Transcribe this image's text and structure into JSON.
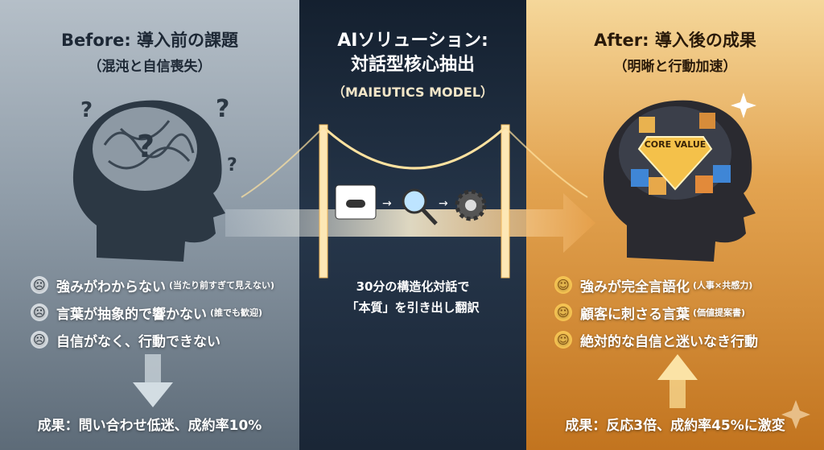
{
  "before": {
    "title": "Before: 導入前の課題",
    "subtitle": "（混沌と自信喪失）",
    "items": [
      {
        "text": "強みがわからない",
        "note": "(当たり前すぎて見えない)"
      },
      {
        "text": "言葉が抽象的で響かない",
        "note": "(誰でも歓迎)"
      },
      {
        "text": "自信がなく、行動できない",
        "note": ""
      }
    ],
    "result": "成果：問い合わせ低迷、成約率10%"
  },
  "solution": {
    "title_line1": "AIソリューション:",
    "title_line2": "対話型核心抽出",
    "subtitle": "（MAIEUTICS MODEL）",
    "desc_line1": "30分の構造化対話で",
    "desc_line2": "「本質」を引き出し翻訳"
  },
  "after": {
    "title": "After: 導入後の成果",
    "subtitle": "（明晰と行動加速）",
    "badge": "CORE VALUE",
    "items": [
      {
        "text": "強みが完全言語化",
        "note": "(人事×共感力)"
      },
      {
        "text": "顧客に刺さる言葉",
        "note": "(価値提案書)"
      },
      {
        "text": "絶対的な自信と迷いなき行動",
        "note": ""
      }
    ],
    "result": "成果：反応3倍、成約率45%に激変"
  },
  "icons": {
    "sad": "☹",
    "happy": "☺",
    "question": "?"
  }
}
